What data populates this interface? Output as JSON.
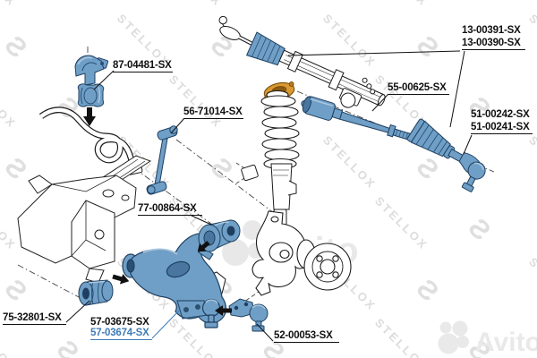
{
  "brand_watermark": {
    "text": "STELLOX",
    "logo_glyph": "Ƨ"
  },
  "marketplace_watermark": {
    "text": "Avito"
  },
  "highlighted_part_number": "57-03674-SX",
  "colors": {
    "background": "#ffffff",
    "part_blue": "#6f9fc6",
    "part_blue_dark": "#1f3f61",
    "part_blue_shade": "#49769f",
    "part_blue_light": "#aac7de",
    "label_blue": "#3f7cb6",
    "mount_orange": "#d9992f",
    "line_art": "#1c1c1c",
    "watermark_gray": "#d6d6d6"
  },
  "labels": [
    {
      "text": "87-04481-SX",
      "underline": true,
      "highlight": false
    },
    {
      "text": "56-71014-SX",
      "underline": true,
      "highlight": false
    },
    {
      "text": "13-00391-SX",
      "underline": false,
      "highlight": false
    },
    {
      "text": "13-00390-SX",
      "underline": true,
      "highlight": false
    },
    {
      "text": "55-00625-SX",
      "underline": true,
      "highlight": false
    },
    {
      "text": "51-00242-SX",
      "underline": false,
      "highlight": false
    },
    {
      "text": "51-00241-SX",
      "underline": true,
      "highlight": false
    },
    {
      "text": "77-00864-SX",
      "underline": true,
      "highlight": false
    },
    {
      "text": "75-32801-SX",
      "underline": true,
      "highlight": false
    },
    {
      "text": "57-03675-SX",
      "underline": false,
      "highlight": false
    },
    {
      "text": "57-03674-SX",
      "underline": true,
      "highlight": true
    },
    {
      "text": "52-00053-SX",
      "underline": true,
      "highlight": false
    }
  ]
}
